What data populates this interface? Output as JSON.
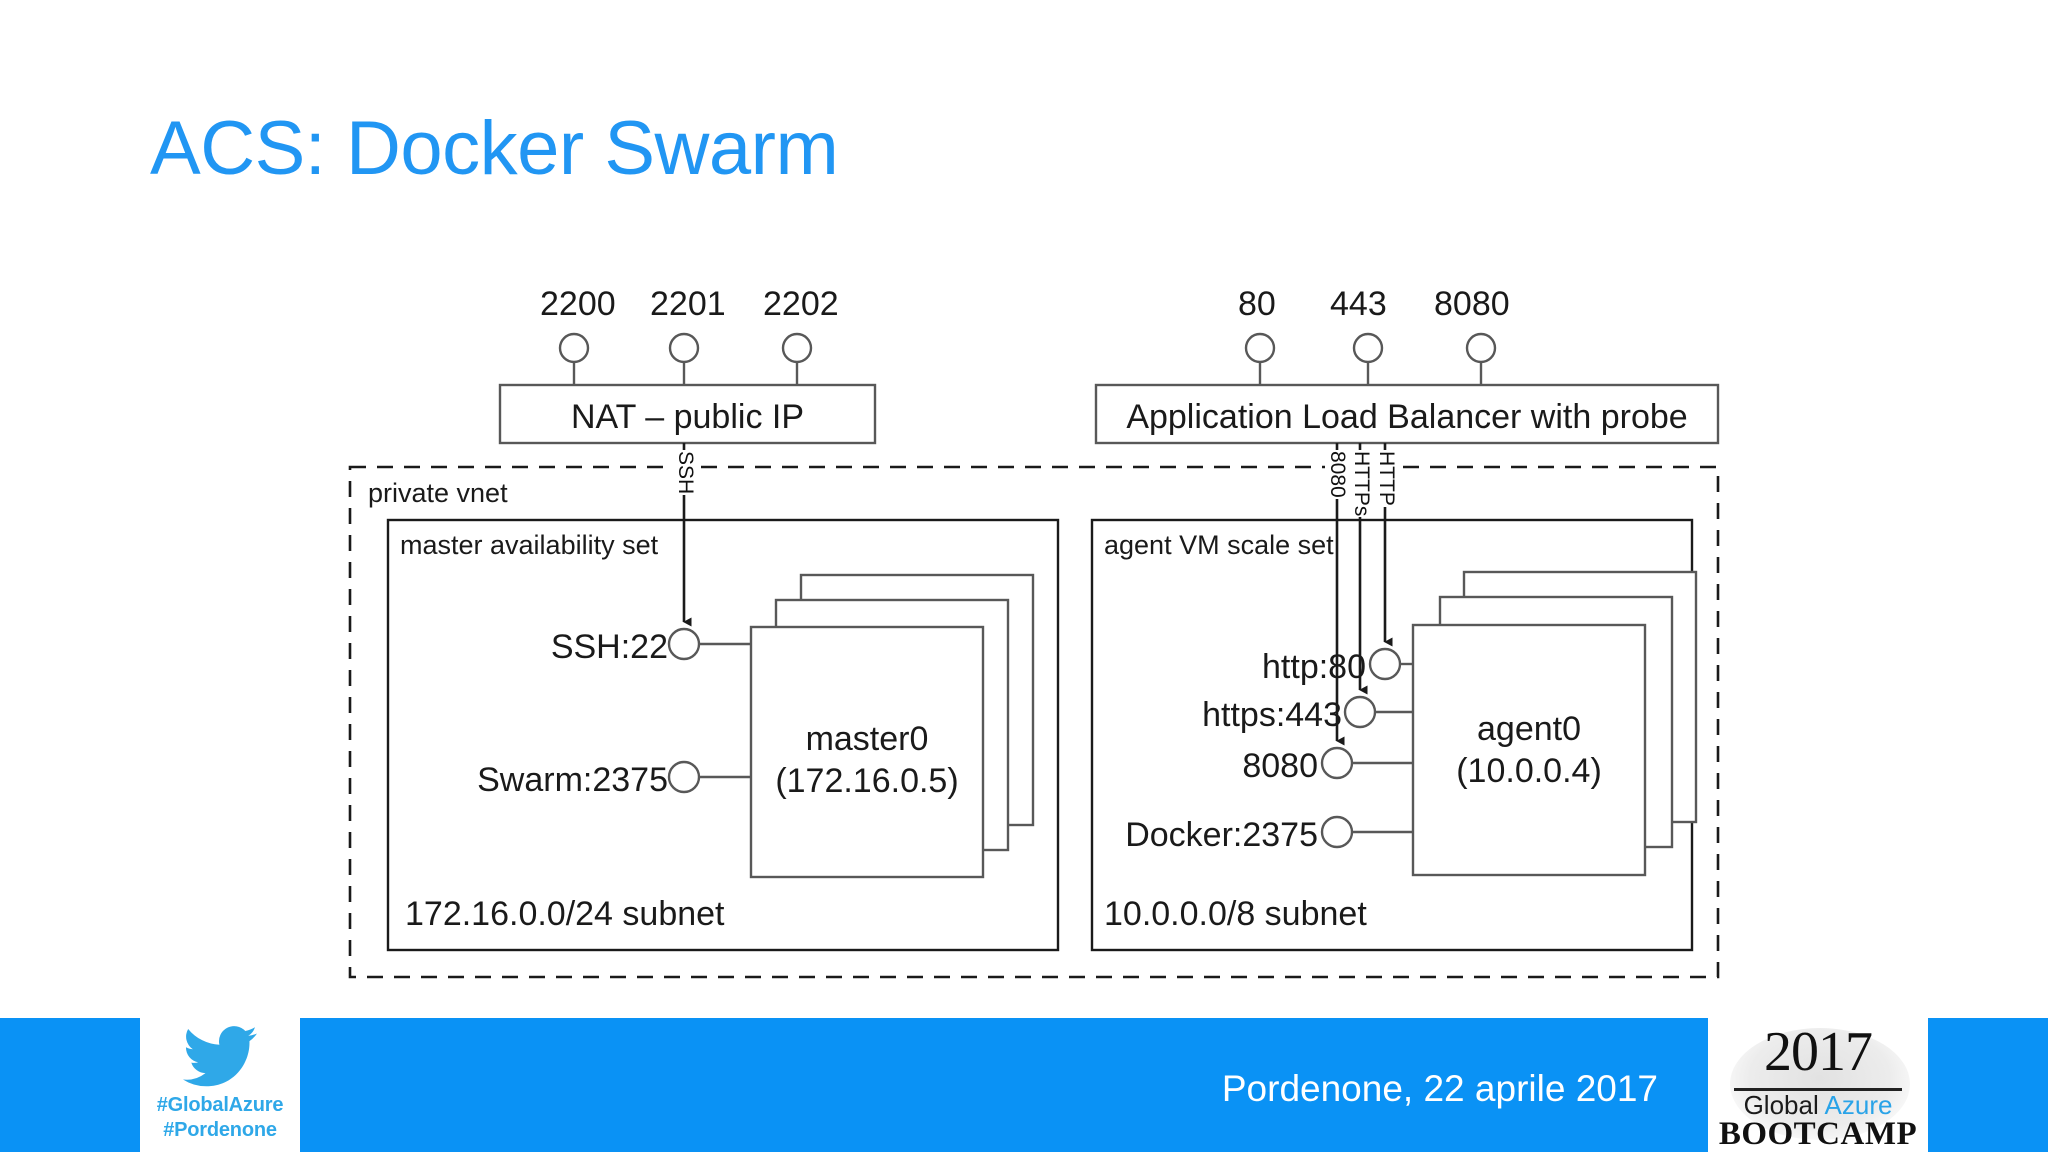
{
  "slide": {
    "title": "ACS: Docker Swarm"
  },
  "diagram": {
    "nat": {
      "ports": [
        "2200",
        "2201",
        "2202"
      ],
      "box_label": "NAT – public IP",
      "connector_label": "SSH"
    },
    "loadbalancer": {
      "ports": [
        "80",
        "443",
        "8080"
      ],
      "box_label": "Application Load Balancer with probe",
      "connector_labels": [
        "8080",
        "HTTPs",
        "HTTP"
      ]
    },
    "vnet_label": "private vnet",
    "master_group": {
      "title": "master availability set",
      "endpoints": [
        "SSH:22",
        "Swarm:2375"
      ],
      "node_name": "master0",
      "node_ip": "(172.16.0.5)",
      "subnet": "172.16.0.0/24 subnet"
    },
    "agent_group": {
      "title": "agent VM scale set",
      "endpoints": [
        "http:80",
        "https:443",
        "8080",
        "Docker:2375"
      ],
      "node_name": "agent0",
      "node_ip": "(10.0.0.4)",
      "subnet": "10.0.0.0/8 subnet"
    }
  },
  "footer": {
    "twitter_tag_1": "#GlobalAzure",
    "twitter_tag_2": "#Pordenone",
    "date_text": "Pordenone, 22 aprile 2017",
    "logo": {
      "year": "2017",
      "global": "Global ",
      "azure": "Azure",
      "bootcamp": "BOOTCAMP"
    }
  },
  "colors": {
    "title_blue": "#2196f3",
    "footer_blue": "#0a92f5",
    "twitter_blue": "#2fa8e8",
    "line_gray": "#585858"
  }
}
